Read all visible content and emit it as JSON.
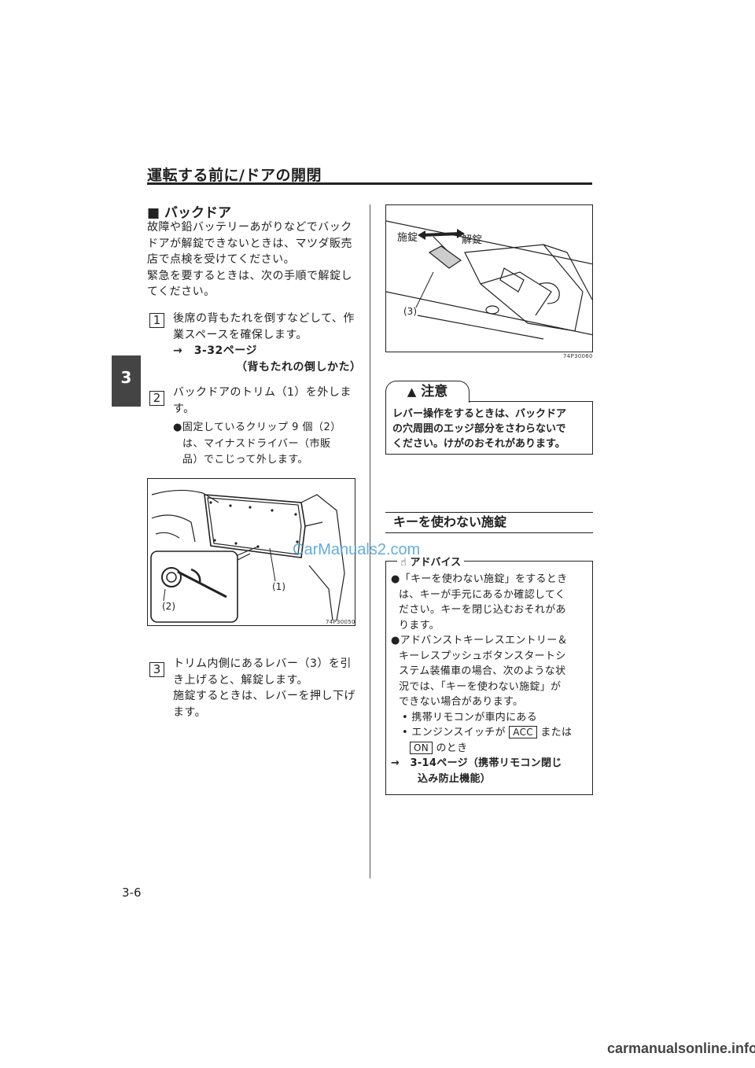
{
  "header": {
    "title": "運転する前に/ドアの開閉"
  },
  "chapter_tab": "3",
  "left": {
    "section_title": "■ バックドア",
    "intro": [
      "故障や鉛バッテリーあがりなどでバック",
      "ドアが解錠できないときは、マツダ販売",
      "店で点検を受けてください。",
      "緊急を要するときは、次の手順で解錠し",
      "てください。"
    ],
    "step1": {
      "num": "1",
      "lines": [
        "後席の背もたれを倒すなどして、作",
        "業スペースを確保します。"
      ],
      "ref": "→　3-32ページ",
      "ref2": "（背もたれの倒しかた）"
    },
    "step2": {
      "num": "2",
      "lines": [
        "バックドアのトリム（1）を外しま",
        "す。"
      ],
      "bullet": [
        "●固定しているクリップ 9 個（2）",
        "は、マイナスドライバー（市販",
        "品）でこじって外します。"
      ]
    },
    "fig1": {
      "label1": "(1)",
      "label2": "(2)",
      "code": "74P30050"
    },
    "step3": {
      "num": "3",
      "lines": [
        "トリム内側にあるレバー（3）を引",
        "き上げると、解錠します。",
        "施錠するときは、レバーを押し下げ",
        "ます。"
      ]
    }
  },
  "right": {
    "fig2": {
      "lock": "施錠",
      "unlock": "解錠",
      "label3": "(3)",
      "code": "74P30060"
    },
    "caution": {
      "title": "注意",
      "lines": [
        "レバー操作をするときは、バックドア",
        "の穴周囲のエッジ部分をさわらないで",
        "ください。けがのおそれがあります。"
      ]
    },
    "section2_title": "キーを使わない施錠",
    "advice": {
      "title": "アドバイス",
      "b1": [
        "●「キーを使わない施錠」をするとき",
        "は、キーが手元にあるか確認してく",
        "ださい。キーを閉じ込むおそれがあ",
        "ります。"
      ],
      "b2": [
        "●アドバンストキーレスエントリー＆",
        "キーレスプッシュボタンスタートシ",
        "ステム装備車の場合、次のような状",
        "況では、「キーを使わない施錠」が",
        "できない場合があります。"
      ],
      "sub1": "• 携帯リモコンが車内にある",
      "sub2a": "• エンジンスイッチが",
      "acc": "ACC",
      "sub2b": "または",
      "on": "ON",
      "sub2c": "のとき",
      "ref": "→　3-14ページ（携帯リモコン閉じ",
      "ref2": "込み防止機能）"
    }
  },
  "page_number": "3-6",
  "watermark": "CarManuals2.com",
  "watermark2": "carmanualsonline.info"
}
